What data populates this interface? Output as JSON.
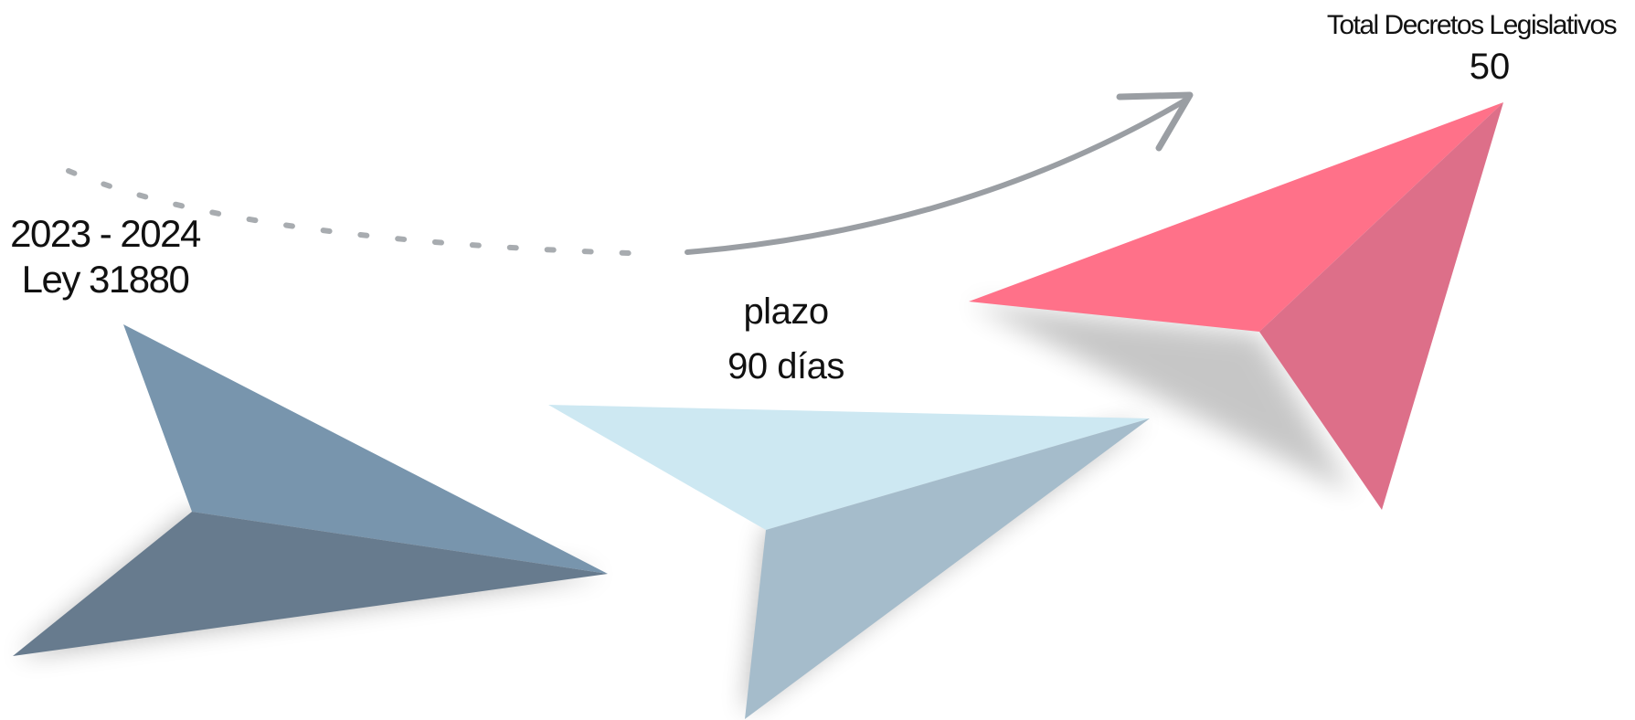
{
  "milestones": {
    "period": "2023 - 2024",
    "law": "Ley 31880",
    "term_label": "plazo",
    "term_value": "90 días",
    "total_label": "Total Decretos Legislativos",
    "total_value": "50"
  },
  "colors": {
    "plane_dark_top": "#7895ad",
    "plane_dark_bottom": "#677b8e",
    "plane_light_top": "#cde8f2",
    "plane_light_bottom": "#a5bccb",
    "plane_pink_top": "#ff7189",
    "plane_pink_bottom": "#dd6f89",
    "arrow": "#9a9ea3",
    "text": "#111111"
  }
}
